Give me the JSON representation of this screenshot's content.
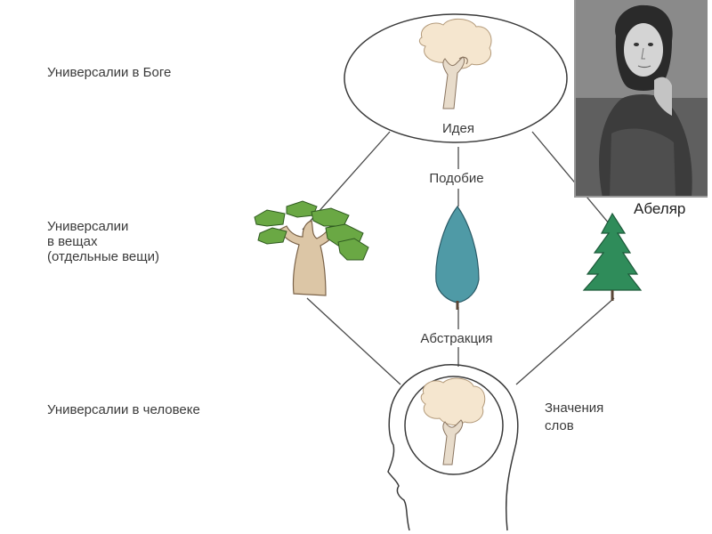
{
  "levels": {
    "god": "Универсалии в Боге",
    "things_line1": "Универсалии",
    "things_line2": "в вещах",
    "things_line3": "(отдельные вещи)",
    "human": "Универсалии в человеке"
  },
  "center": {
    "idea": "Идея",
    "likeness": "Подобие",
    "abstraction": "Абстракция"
  },
  "meanings": {
    "line1": "Значения",
    "line2": "слов"
  },
  "portrait": {
    "caption": "Абеляр"
  },
  "icons": [
    "tree-icon",
    "baobab-icon",
    "cypress-icon",
    "spruce-icon",
    "head-icon",
    "portrait-icon"
  ],
  "colors": {
    "line": "#4a4a4a",
    "tree_crown": "#f5e6cf",
    "baobab_green": "#5a9a3a",
    "cypress_blue": "#4f9aa6",
    "spruce_green": "#2f8c5a",
    "trunk": "#d7c0a0"
  }
}
